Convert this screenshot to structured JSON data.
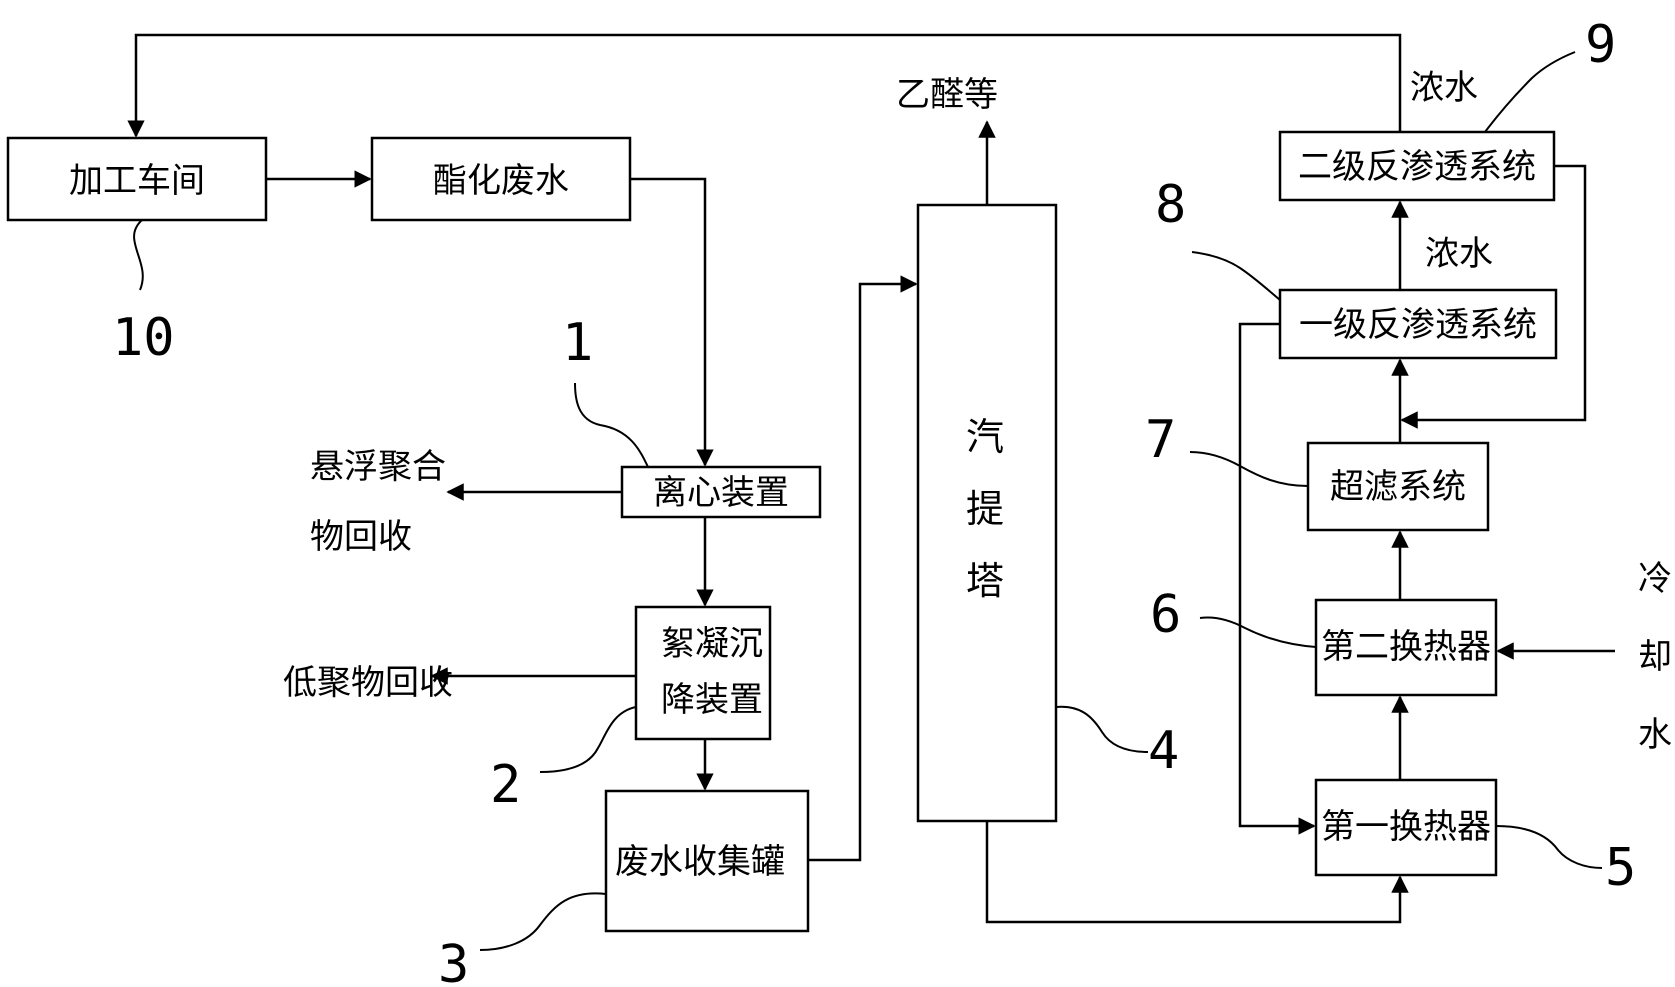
{
  "boxes": {
    "workshop": "加工车间",
    "ester_wastewater": "酯化废水",
    "centrifuge": "离心装置",
    "flocculation_line1": "絮凝沉",
    "flocculation_line2": "降装置",
    "collection_tank": "废水收集罐",
    "stripper_c1": "汽",
    "stripper_c2": "提",
    "stripper_c3": "塔",
    "heat_exchanger_1": "第一换热器",
    "heat_exchanger_2": "第二换热器",
    "ultrafiltration": "超滤系统",
    "ro_stage1": "一级反渗透系统",
    "ro_stage2": "二级反渗透系统"
  },
  "outputs": {
    "suspended_line1": "悬浮聚合",
    "suspended_line2": "物回收",
    "oligomer": "低聚物回收",
    "acetaldehyde": "乙醛等",
    "concentrate_1": "浓水",
    "concentrate_2": "浓水",
    "cooling_c1": "冷",
    "cooling_c2": "却",
    "cooling_c3": "水"
  },
  "numbers": {
    "n1": "1",
    "n2": "2",
    "n3": "3",
    "n4": "4",
    "n5": "5",
    "n6": "6",
    "n7": "7",
    "n8": "8",
    "n9": "9",
    "n10": "10"
  }
}
